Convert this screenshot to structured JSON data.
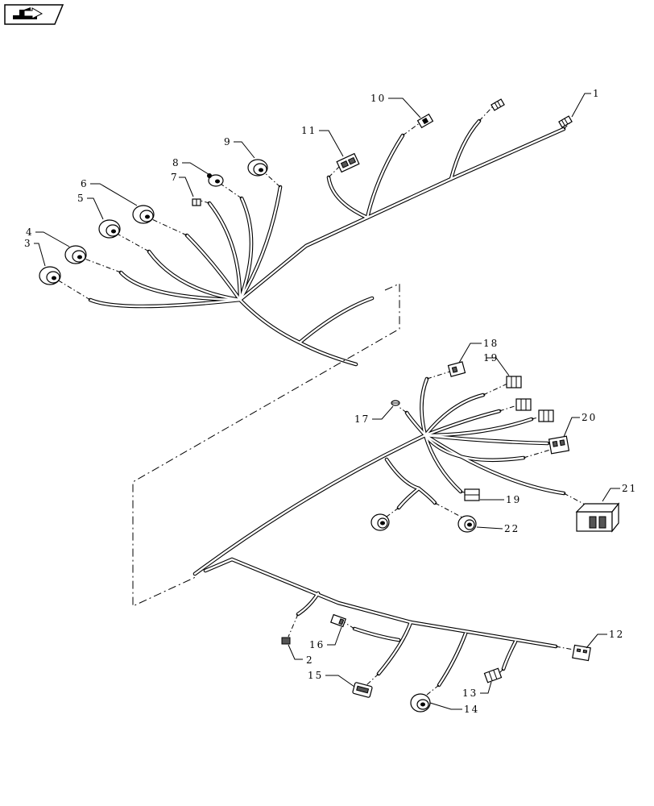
{
  "nav_icon": "return-arrow-icon",
  "callouts": [
    {
      "id": "c1",
      "text": "1"
    },
    {
      "id": "c2",
      "text": "2"
    },
    {
      "id": "c3",
      "text": "3"
    },
    {
      "id": "c4",
      "text": "4"
    },
    {
      "id": "c5",
      "text": "5"
    },
    {
      "id": "c6",
      "text": "6"
    },
    {
      "id": "c7",
      "text": "7"
    },
    {
      "id": "c8",
      "text": "8"
    },
    {
      "id": "c9",
      "text": "9"
    },
    {
      "id": "c10",
      "text": "10"
    },
    {
      "id": "c11",
      "text": "11"
    },
    {
      "id": "c12",
      "text": "12"
    },
    {
      "id": "c13",
      "text": "13"
    },
    {
      "id": "c14",
      "text": "14"
    },
    {
      "id": "c15",
      "text": "15"
    },
    {
      "id": "c16",
      "text": "16"
    },
    {
      "id": "c17",
      "text": "17"
    },
    {
      "id": "c18",
      "text": "18"
    },
    {
      "id": "c19a",
      "text": "19"
    },
    {
      "id": "c19b",
      "text": "19"
    },
    {
      "id": "c20",
      "text": "20"
    },
    {
      "id": "c21",
      "text": "21"
    },
    {
      "id": "c22",
      "text": "22"
    }
  ]
}
